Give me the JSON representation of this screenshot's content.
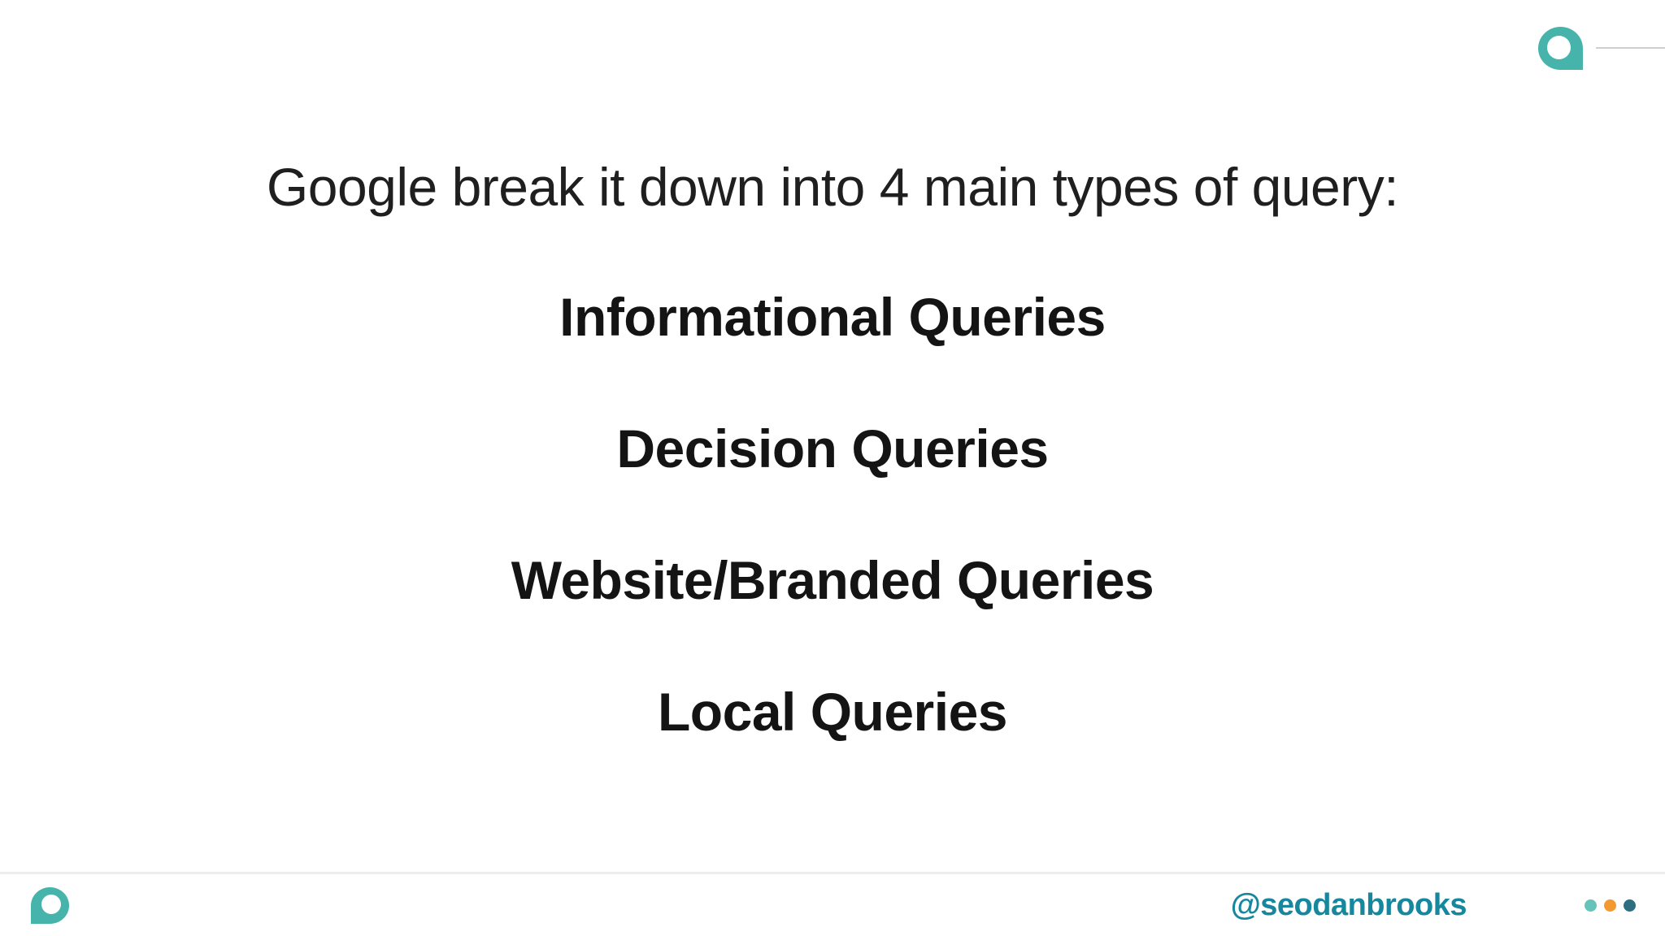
{
  "slide": {
    "title": "Google break it down into 4 main types of query:",
    "query_types": [
      "Informational Queries",
      "Decision Queries",
      "Website/Branded Queries",
      "Local Queries"
    ]
  },
  "header": {
    "logo_icon": "brand-a-logo"
  },
  "footer": {
    "logo_icon": "brand-a-logo",
    "handle": "@seodanbrooks",
    "dot_colors": [
      "#66c3ba",
      "#f3992f",
      "#2c6d82"
    ]
  },
  "colors": {
    "background": "#ffffff",
    "body_text": "#1f1f1f",
    "brand_teal": "#47b4ac",
    "handle_teal": "#17879e",
    "footer_divider": "#ededed",
    "header_line": "#cfcfcf"
  }
}
